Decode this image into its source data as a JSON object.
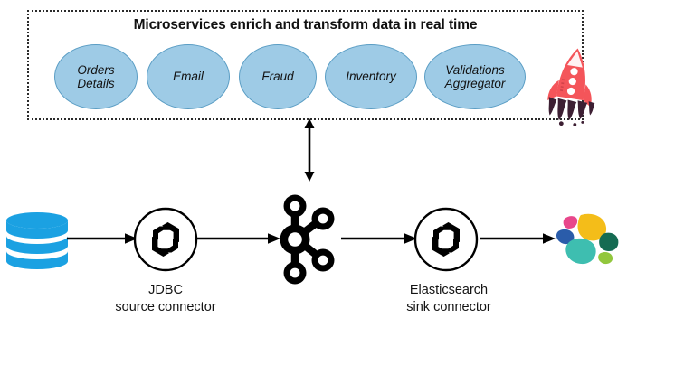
{
  "diagram": {
    "title": "Microservices enrich and transform data in real time",
    "microservices": [
      {
        "name": "Orders Details",
        "lines": [
          "Orders",
          "Details"
        ]
      },
      {
        "name": "Email",
        "lines": [
          "Email"
        ]
      },
      {
        "name": "Fraud",
        "lines": [
          "Fraud"
        ]
      },
      {
        "name": "Inventory",
        "lines": [
          "Inventory"
        ]
      },
      {
        "name": "Validations Aggregator",
        "lines": [
          "Validations",
          "Aggregator"
        ]
      }
    ],
    "pipeline": {
      "source_label_lines": [
        "JDBC",
        "source connector"
      ],
      "sink_label_lines": [
        "Elasticsearch",
        "sink connector"
      ],
      "nodes": [
        {
          "icon": "database-cylinder-icon",
          "label": ""
        },
        {
          "icon": "connector-logo-icon",
          "label": "JDBC source connector"
        },
        {
          "icon": "kafka-logo-icon",
          "label": ""
        },
        {
          "icon": "connector-logo-icon",
          "label": "Elasticsearch sink connector"
        },
        {
          "icon": "elastic-logo-icon",
          "label": ""
        }
      ]
    },
    "icons": {
      "rocket": "rocket-icon",
      "bidirectional_arrow": "bidirectional-arrow-icon",
      "flow_arrow": "arrow-right-icon"
    },
    "colors": {
      "ellipse_fill": "#9ecbe6",
      "ellipse_stroke": "#5a9dc4",
      "database_blue": "#1ba1e2",
      "rocket_red": "#f4555a",
      "rocket_flame": "#3d1f33",
      "arrow_black": "#000000",
      "elastic_yellow": "#f4bd19",
      "elastic_teal": "#3ebeb0",
      "elastic_pink": "#e8478b",
      "elastic_blue": "#2a5caa",
      "elastic_darkgreen": "#156b52",
      "elastic_lightgreen": "#92c73d"
    }
  }
}
